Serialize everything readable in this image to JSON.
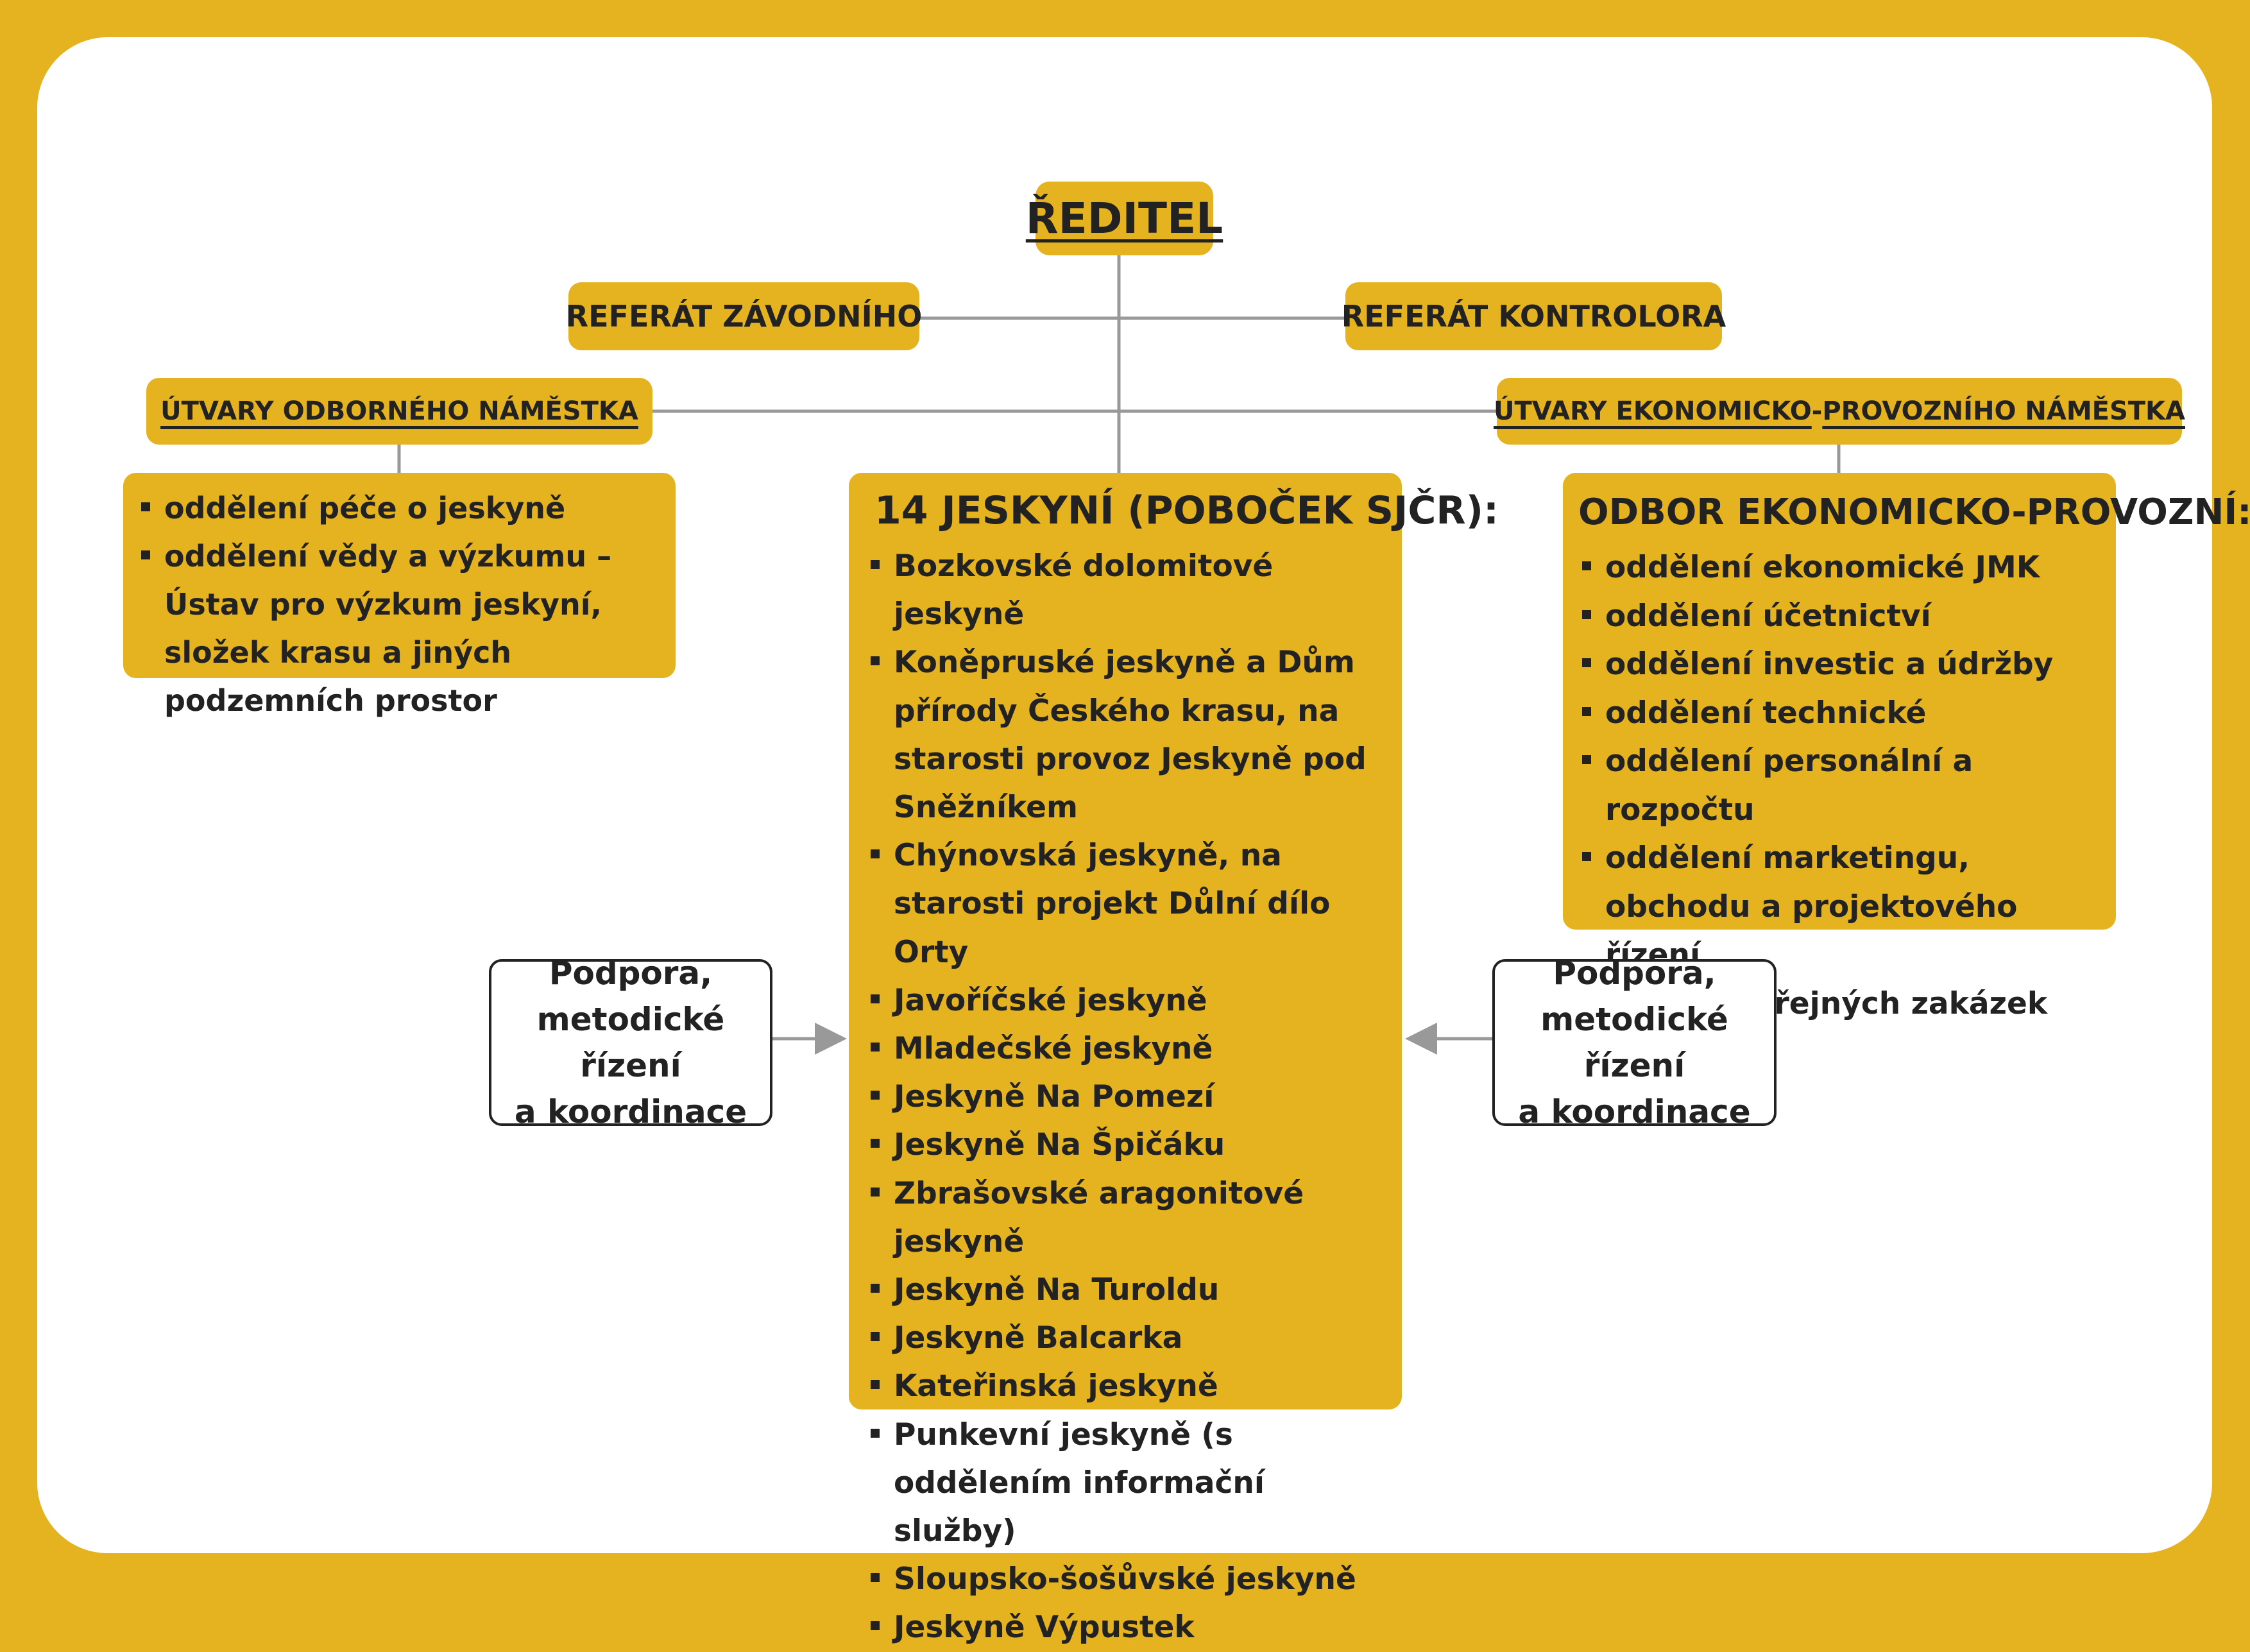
{
  "colors": {
    "background": "#e5b320",
    "panel": "#ffffff",
    "box": "#e5b320",
    "text": "#222222",
    "connector": "#999999"
  },
  "director": {
    "label": "ŘEDITEL"
  },
  "referat_zavodniho": {
    "label": "REFERÁT ZÁVODNÍHO"
  },
  "referat_kontrolora": {
    "label": "REFERÁT KONTROLORA"
  },
  "utvary_odborneho": {
    "label": "ÚTVARY ODBORNÉHO NÁMĚSTKA",
    "items": [
      "oddělení péče o jeskyně",
      "oddělení vědy a výzkumu – Ústav pro výzkum jeskyní, složek krasu a jiných podzemních prostor"
    ]
  },
  "utvary_ekonomicko": {
    "label_part1": "ÚTVARY EKONOMICKO",
    "label_dash": "-",
    "label_part2": "PROVOZNÍHO NÁMĚSTKA",
    "odbor_title": "ODBOR EKONOMICKO-PROVOZNÍ:",
    "items": [
      "oddělení ekonomické JMK",
      "oddělení účetnictví",
      "oddělení investic a údržby",
      "oddělení technické",
      "oddělení personální a rozpočtu",
      "oddělení marketingu, obchodu a projektového řízení",
      "referát veřejných zakázek"
    ]
  },
  "caves": {
    "title": "14 JESKYNÍ (POBOČEK SJČR):",
    "items": [
      "Bozkovské dolomitové jeskyně",
      "Koněpruské jeskyně a Dům přírody Českého krasu, na starosti provoz Jeskyně pod Sněžníkem",
      "Chýnovská jeskyně, na starosti projekt Důlní dílo Orty",
      "Javoříčské jeskyně",
      "Mladečské jeskyně",
      "Jeskyně Na Pomezí",
      "Jeskyně Na Špičáku",
      "Zbrašovské aragonitové jeskyně",
      "Jeskyně Na Turoldu",
      "Jeskyně Balcarka",
      "Kateřinská jeskyně",
      "Punkevní jeskyně (s oddělením informační služby)",
      "Sloupsko-šošůvské jeskyně",
      "Jeskyně Výpustek"
    ]
  },
  "support_left": {
    "lines": [
      "Podpora,",
      "metodické řízení",
      "a koordinace"
    ]
  },
  "support_right": {
    "lines": [
      "Podpora,",
      "metodické řízení",
      "a koordinace"
    ]
  }
}
